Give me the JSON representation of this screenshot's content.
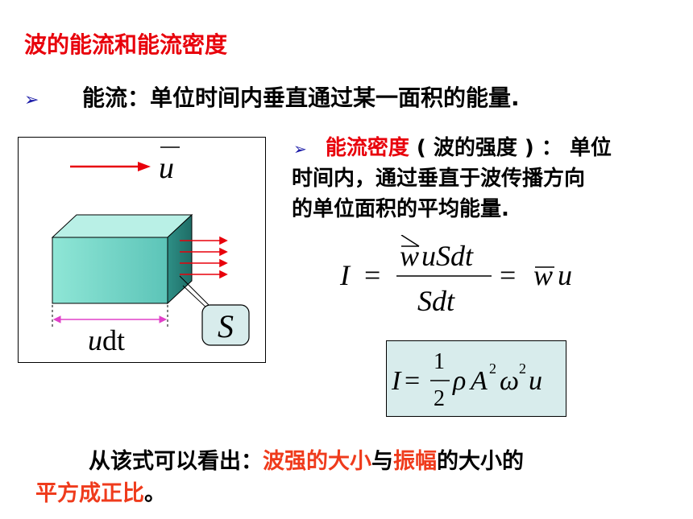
{
  "title": "波的能流和能流密度",
  "energy_flow": {
    "bullet": "➢",
    "text": "能流：单位时间内垂直通过某一面积的能量."
  },
  "intensity": {
    "bullet": "➢",
    "term": "能流密度",
    "paren_open": " ( ",
    "paren_term": "波的强度",
    "paren_close": " ) ： 单位",
    "line2": "时间内，通过垂直于波传播方向",
    "line3": "的单位面积的平均能量."
  },
  "figure": {
    "velocity_symbol": "u",
    "area_symbol": "S",
    "length_u": "u",
    "length_dt": "dt"
  },
  "formula1": {
    "lhs": "I",
    "eq1": "=",
    "num_w": "w",
    "num_rest": "uSdt",
    "den": "Sdt",
    "eq2": "=",
    "rhs_w": "w",
    "rhs_u": "u"
  },
  "formula2": {
    "lhs": "I",
    "eq": "=",
    "num": "1",
    "den": "2",
    "rho": "ρ",
    "A": "A",
    "exp1": "2",
    "omega": "ω",
    "exp2": "2",
    "u": "u"
  },
  "conclusion": {
    "part1": "从该式可以看出：",
    "hl1": "波强的大小",
    "part2": "与",
    "hl2": "振幅",
    "part3": "的大小的",
    "hl3": "平方成正比",
    "part4": "。"
  },
  "colors": {
    "highlight_red": "#e8000b",
    "highlight_orange": "#ef3b1c",
    "bullet_blue": "#1c1ca8",
    "box_face": "#6fd0c4",
    "formula_box_bg": "#d8ecec",
    "dimension_pink": "#e040c8"
  }
}
